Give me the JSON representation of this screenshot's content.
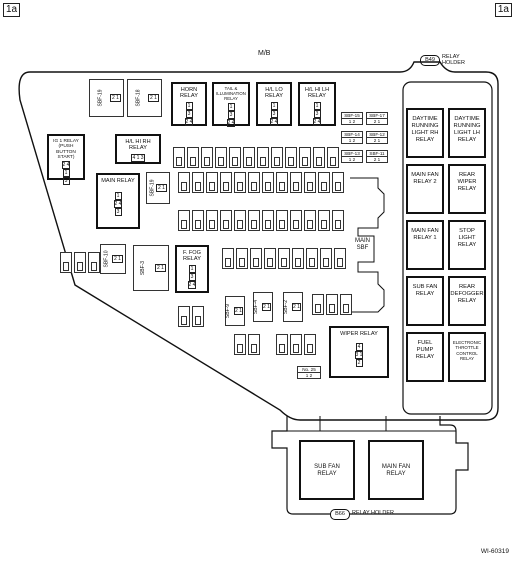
{
  "page": {
    "corner_tag_left": "1a",
    "corner_tag_right": "1a",
    "mb_label": "M/B",
    "figure_id": "WI-60319"
  },
  "connectors": {
    "b49": {
      "code": "B49",
      "label": "RELAY HOLDER"
    },
    "b66": {
      "code": "B66",
      "label": "RELAY HOLDER"
    }
  },
  "top_relays": [
    {
      "name": "HORN\nRELAY",
      "pins": [
        "1",
        "3",
        "2 4"
      ]
    },
    {
      "name": "TAIL &\nILLUMINATION\nRELAY",
      "pins": [
        "1",
        "3",
        "2 4"
      ]
    },
    {
      "name": "H/L LO\nRELAY",
      "pins": [
        "1",
        "3",
        "2 4"
      ]
    },
    {
      "name": "H/L HI LH\nRELAY",
      "pins": [
        "1",
        "3",
        "2 4"
      ]
    }
  ],
  "left_relays": {
    "ig1": {
      "name": "IG 1 RELAY\n(PUSH BUTTON\nSTART)",
      "pins": [
        "2 4",
        "1",
        "3"
      ]
    },
    "hl_hi_rh": {
      "name": "H/L HI RH\nRELAY",
      "pins": [
        "4 1 3"
      ]
    },
    "main": {
      "name": "MAIN RELAY",
      "pins": [
        "1",
        "2 4",
        "3"
      ]
    },
    "f_fog": {
      "name": "F. FOG\nRELAY",
      "pins": [
        "1",
        "3",
        "2 4"
      ]
    },
    "wiper": {
      "name": "WIPER RELAY",
      "pins": [
        "4",
        "3 1",
        "2"
      ]
    }
  },
  "sbf_labels": {
    "sbf19a": "SBF-19",
    "sbf18": "SBF-18",
    "sbf19b": "SBF-19",
    "sbf10": "SBF-10",
    "sbf3": "SBF-3",
    "sbf9": "SBF-9",
    "sbf4": "SBF-4",
    "sbf2": "SBF-2",
    "sbf15": "SBF-15",
    "sbf17": "SBF-17",
    "sbf14": "SBF-14",
    "sbf12": "SBF-12",
    "sbf13": "SBF-13",
    "sbf11": "SBF-11",
    "main_sbf": "MAIN\nSBF",
    "no25": "No. 25"
  },
  "pin_pair": "2 1",
  "pin_pair_rev": "1 2",
  "right_relays": [
    [
      "DAYTIME\nRUNNING\nLIGHT RH\nRELAY",
      "DAYTIME\nRUNNING\nLIGHT LH\nRELAY"
    ],
    [
      "MAIN FAN\nRELAY 2",
      "REAR\nWIPER\nRELAY"
    ],
    [
      "MAIN FAN\nRELAY 1",
      "STOP\nLIGHT\nRELAY"
    ],
    [
      "SUB FAN\nRELAY",
      "REAR\nDEFOGGER\nRELAY"
    ],
    [
      "FUEL\nPUMP\nRELAY",
      "ELECTRONIC\nTHROTTLE\nCONTROL\nRELAY"
    ]
  ],
  "bottom_holder": {
    "left": "SUB FAN\nRELAY",
    "right": "MAIN FAN\nRELAY"
  }
}
